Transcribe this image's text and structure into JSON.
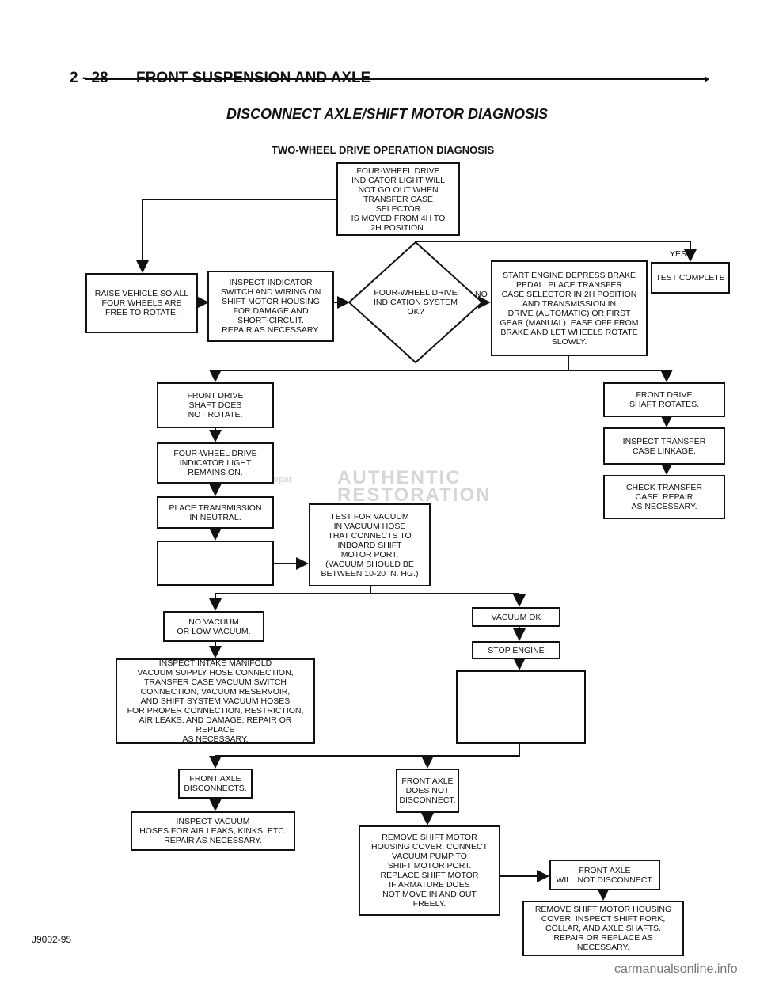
{
  "header": {
    "page_number": "2 - 28",
    "section_title": "FRONT SUSPENSION AND AXLE",
    "main_title": "DISCONNECT AXLE/SHIFT MOTOR DIAGNOSIS",
    "subtitle": "TWO-WHEEL DRIVE OPERATION DIAGNOSIS"
  },
  "nodes": {
    "start": "FOUR-WHEEL DRIVE\nINDICATOR LIGHT WILL\nNOT GO OUT WHEN\nTRANSFER CASE SELECTOR\nIS MOVED FROM 4H TO\n2H POSITION.",
    "raise": "RAISE VEHICLE SO ALL\nFOUR WHEELS ARE\nFREE TO ROTATE.",
    "inspect_indicator": "INSPECT INDICATOR\nSWITCH AND WIRING ON\nSHIFT MOTOR HOUSING\nFOR DAMAGE AND\nSHORT-CIRCUIT.\nREPAIR AS NECESSARY.",
    "decision": "FOUR-WHEEL DRIVE\nINDICATION SYSTEM\nOK?",
    "start_engine": "START ENGINE DEPRESS BRAKE\nPEDAL. PLACE TRANSFER\nCASE SELECTOR IN 2H POSITION\nAND TRANSMISSION IN\nDRIVE (AUTOMATIC) OR FIRST\nGEAR (MANUAL). EASE OFF FROM\nBRAKE AND LET WHEELS ROTATE\nSLOWLY.",
    "test_complete": "TEST COMPLETE",
    "shaft_not_rotate": "FRONT DRIVE\nSHAFT DOES\nNOT ROTATE.",
    "shaft_rotates": "FRONT DRIVE\nSHAFT ROTATES.",
    "indicator_on": "FOUR-WHEEL DRIVE\nINDICATOR LIGHT\nREMAINS ON.",
    "inspect_linkage": "INSPECT TRANSFER\nCASE LINKAGE.",
    "check_transfer": "CHECK TRANSFER\nCASE. REPAIR\nAS NECESSARY.",
    "neutral": "PLACE TRANSMISSION\nIN NEUTRAL.",
    "blank1": "",
    "test_vacuum": "TEST FOR VACUUM\nIN VACUUM HOSE\nTHAT CONNECTS TO\nINBOARD SHIFT\nMOTOR PORT.\n(VACUUM SHOULD BE\nBETWEEN 10-20 IN. HG.)",
    "no_vacuum": "NO VACUUM\nOR LOW VACUUM.",
    "vacuum_ok": "VACUUM OK",
    "stop_engine": "STOP ENGINE",
    "inspect_manifold": "INSPECT INTAKE MANIFOLD\nVACUUM SUPPLY HOSE CONNECTION,\nTRANSFER CASE VACUUM SWITCH\nCONNECTION, VACUUM RESERVOIR,\nAND SHIFT SYSTEM VACUUM HOSES\nFOR PROPER CONNECTION, RESTRICTION,\nAIR LEAKS, AND DAMAGE. REPAIR OR REPLACE\nAS NECESSARY.",
    "blank2": "",
    "axle_disconnects": "FRONT AXLE\nDISCONNECTS.",
    "axle_not_disconnect": "FRONT AXLE\nDOES NOT\nDISCONNECT.",
    "inspect_hoses": "INSPECT VACUUM\nHOSES FOR AIR LEAKS, KINKS, ETC.\nREPAIR AS NECESSARY.",
    "remove_cover": "REMOVE SHIFT MOTOR\nHOUSING COVER. CONNECT\nVACUUM PUMP TO\nSHIFT MOTOR PORT.\nREPLACE SHIFT MOTOR\nIF ARMATURE DOES\nNOT MOVE IN AND OUT\nFREELY.",
    "will_not_disconnect": "FRONT AXLE\nWILL NOT DISCONNECT.",
    "remove_housing": "REMOVE SHIFT MOTOR HOUSING\nCOVER. INSPECT SHIFT FORK,\nCOLLAR, AND AXLE SHAFTS.\nREPAIR OR REPLACE AS\nNECESSARY."
  },
  "labels": {
    "yes": "YES",
    "no": "NO"
  },
  "watermark": {
    "line1": "AUTHENTIC",
    "line2": "RESTORATION",
    "badge": "Mopar"
  },
  "figure_id": "J9002-95",
  "site_url": "carmanualsonline.info"
}
